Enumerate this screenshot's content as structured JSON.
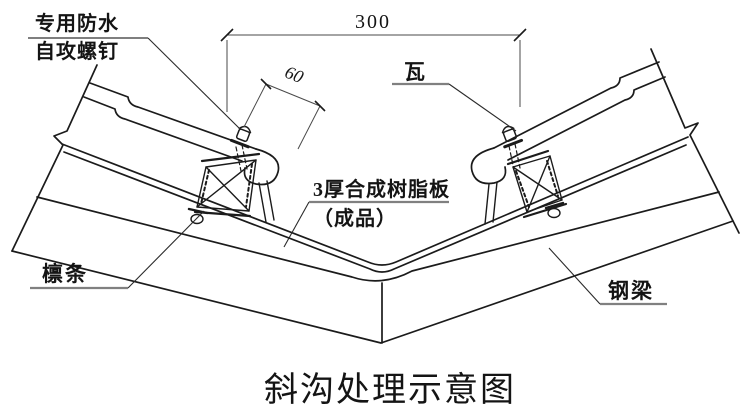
{
  "drawing": {
    "labels": {
      "screw_label_line1": "专用防水",
      "screw_label_line2": "自攻螺钉",
      "tile_label": "瓦",
      "resin_board_label_line1": "3厚合成树脂板",
      "resin_board_label_line2": "（成品）",
      "purlin_label": "檩条",
      "steel_beam_label": "钢梁"
    },
    "dimensions": {
      "valley_width": "300",
      "tile_overlap": "60"
    },
    "title": "斜沟处理示意图",
    "colors": {
      "line": "#1b1b1b",
      "dimension_line": "#4a4a4a",
      "underline": "#808080",
      "background": "#ffffff"
    }
  }
}
